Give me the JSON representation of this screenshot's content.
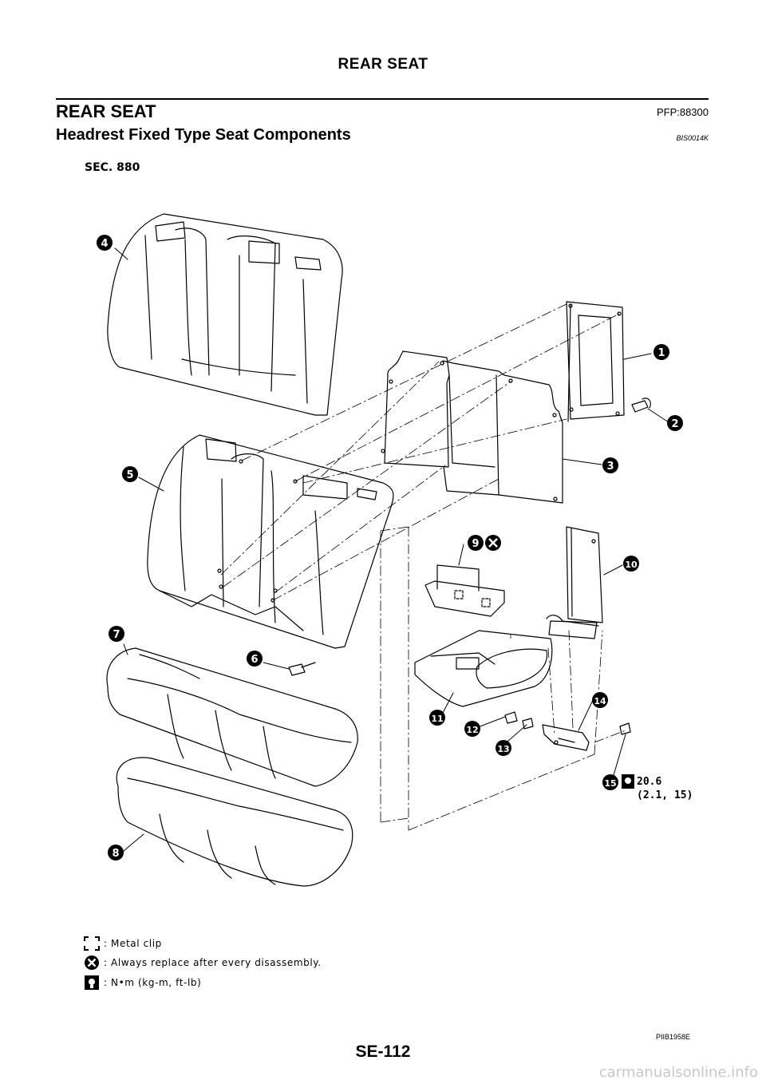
{
  "header": {
    "title": "REAR SEAT"
  },
  "section": {
    "title": "REAR SEAT",
    "pfp": "PFP:88300"
  },
  "subsection": {
    "title": "Headrest Fixed Type Seat Components",
    "ref": "BIS0014K"
  },
  "figure": {
    "sec_label": "SEC. 880",
    "callouts": [
      "1",
      "2",
      "3",
      "4",
      "5",
      "6",
      "7",
      "8",
      "9",
      "10",
      "11",
      "12",
      "13",
      "14",
      "15"
    ],
    "torque": {
      "value": "20.6",
      "alt": "(2.1, 15)"
    },
    "code": "PIIB1958E"
  },
  "legend": [
    {
      "icon": "metal-clip-icon",
      "text": ": Metal clip"
    },
    {
      "icon": "always-replace-icon",
      "text": ": Always replace after every disassembly."
    },
    {
      "icon": "torque-wrench-icon",
      "text": ": N•m (kg-m, ft-lb)"
    }
  ],
  "footer": {
    "page": "SE-112",
    "watermark": "carmanualsonline.info"
  }
}
